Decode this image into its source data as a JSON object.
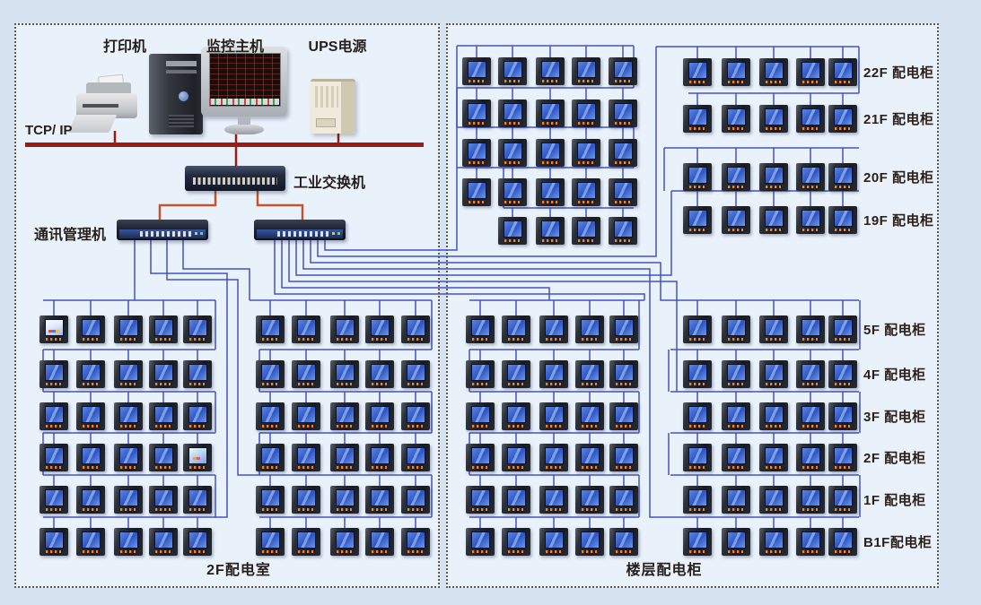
{
  "title_labels": {
    "printer": "打印机",
    "host": "监控主机",
    "ups": "UPS电源",
    "tcpip": "TCP/ IP",
    "switch": "工业交换机",
    "manager": "通讯管理机"
  },
  "sections": {
    "left_room": "2F配电室",
    "right_room": "楼层配电柜"
  },
  "colors": {
    "wire": "#4252c3",
    "tcpip_bus": "#9b1b15",
    "uplink_connector": "#c0562e",
    "panel_bg": "#e9f1fa",
    "page_bg": "#d6e4f2",
    "meter_screen": "#2c55c2"
  },
  "blocks": [
    {
      "id": "A",
      "section": "2F配电室",
      "rows": [
        5,
        5,
        5,
        5,
        5,
        5
      ],
      "special": [
        {
          "row": 0,
          "col": 0,
          "variant": "color"
        },
        {
          "row": 3,
          "col": 4,
          "variant": "color2"
        }
      ]
    },
    {
      "id": "B",
      "section": "2F配电室",
      "rows": [
        5,
        5,
        5,
        5,
        5,
        5
      ]
    },
    {
      "id": "TL",
      "section": "楼层配电柜",
      "rows": [
        5,
        5,
        5,
        5,
        4
      ]
    },
    {
      "id": "TR",
      "section": "楼层配电柜",
      "rows": [
        5,
        5,
        5,
        5
      ],
      "row_labels": [
        "22F 配电柜",
        "21F 配电柜",
        "20F 配电柜",
        "19F 配电柜"
      ]
    },
    {
      "id": "BL",
      "section": "楼层配电柜",
      "rows": [
        5,
        5,
        5,
        5,
        5,
        5
      ]
    },
    {
      "id": "BR",
      "section": "楼层配电柜",
      "rows": [
        5,
        5,
        5,
        5,
        5,
        5
      ],
      "row_labels": [
        "5F 配电柜",
        "4F 配电柜",
        "3F 配电柜",
        "2F 配电柜",
        "1F 配电柜",
        "B1F配电柜"
      ]
    }
  ]
}
